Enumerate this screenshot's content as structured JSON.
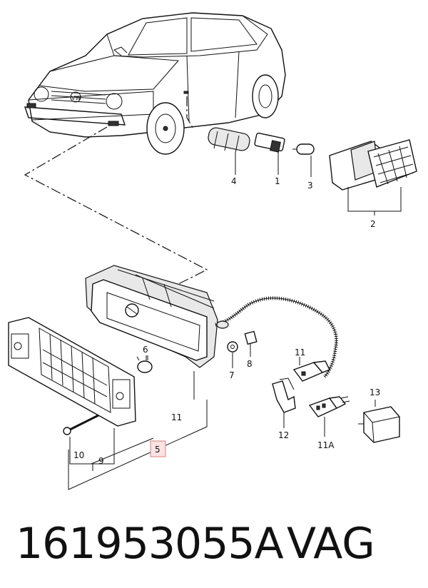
{
  "diagram": {
    "callouts": {
      "c1": "1",
      "c2": "2",
      "c3": "3",
      "c4": "4",
      "c5": "5",
      "c6": "6",
      "c7": "7",
      "c8": "8",
      "c9": "9",
      "c10": "10",
      "c11a": "11",
      "c11b": "11",
      "c11A": "11A",
      "c12": "12",
      "c13": "13"
    },
    "highlight_callout": "5"
  },
  "footer": {
    "part_number": "161953055A",
    "brand": "VAG"
  }
}
